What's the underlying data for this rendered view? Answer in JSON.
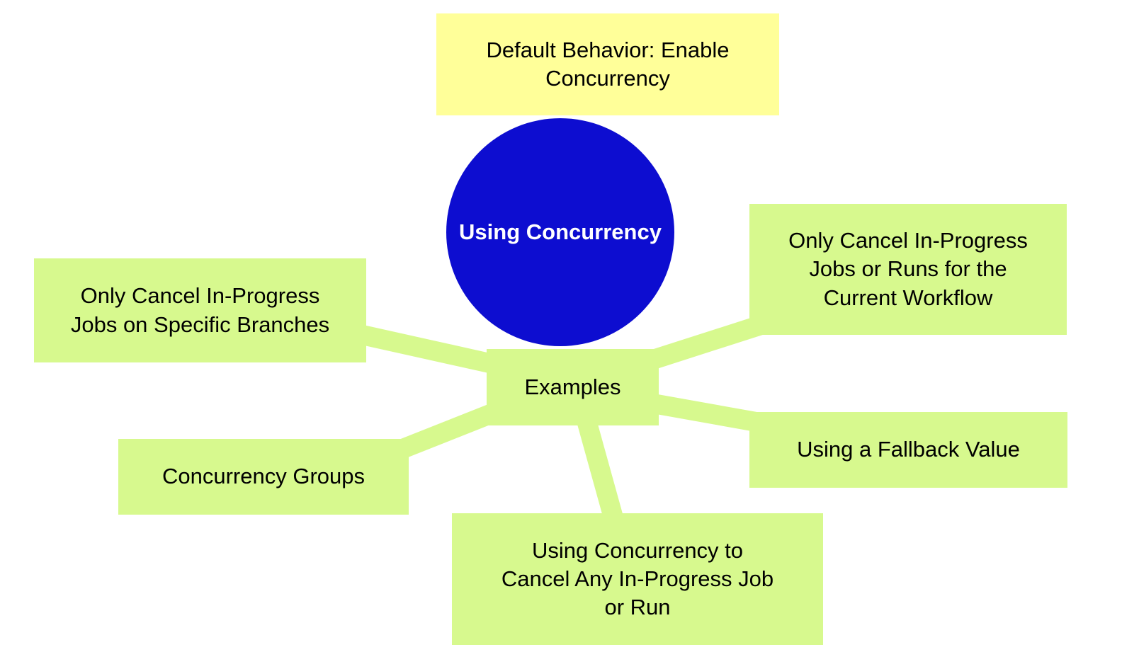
{
  "diagram": {
    "type": "mindmap",
    "colors": {
      "background": "#ffffff",
      "yellow_node": "#ffff99",
      "green_node": "#d7f98e",
      "blue_node": "#0d0dd0",
      "dark_text": "#000000",
      "light_text": "#ffffff"
    },
    "nodes": {
      "default_behavior": {
        "label": "Default Behavior: Enable\nConcurrency"
      },
      "central_topic": {
        "label": "Using Concurrency"
      },
      "examples_hub": {
        "label": "Examples"
      },
      "cancel_specific_branches": {
        "label": "Only Cancel In-Progress\nJobs on Specific Branches"
      },
      "cancel_current_workflow": {
        "label": "Only Cancel In-Progress\nJobs or Runs for the\nCurrent Workflow"
      },
      "concurrency_groups": {
        "label": "Concurrency Groups"
      },
      "fallback_value": {
        "label": "Using a Fallback Value"
      },
      "cancel_any_job_or_run": {
        "label": "Using Concurrency to\nCancel Any In-Progress Job\nor Run"
      }
    }
  }
}
